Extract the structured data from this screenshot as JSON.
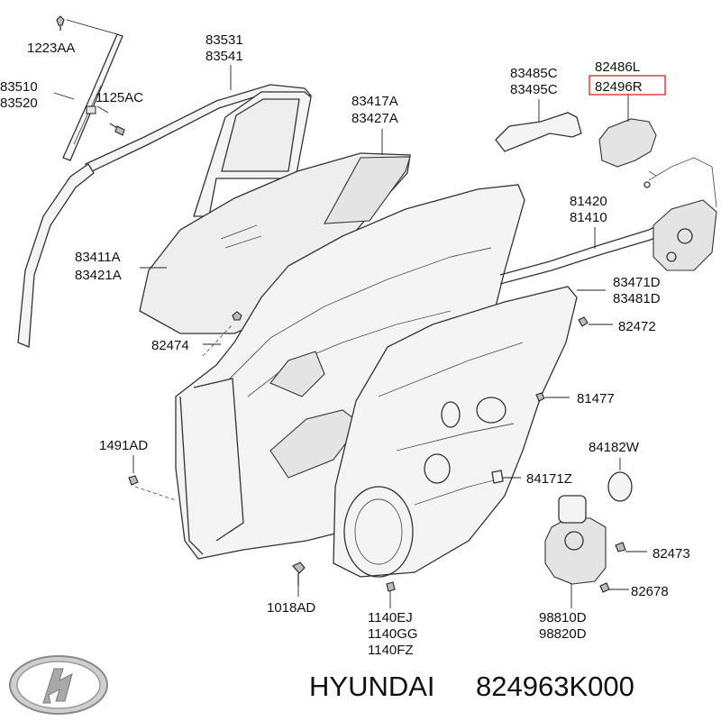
{
  "labels": {
    "l1223AA": "1223AA",
    "l83510": "83510",
    "l83520": "83520",
    "l1125AC": "1125AC",
    "l83531": "83531",
    "l83541": "83541",
    "l83485C": "83485C",
    "l83495C": "83495C",
    "l82486L": "82486L",
    "l82496R": "82496R",
    "l83417A": "83417A",
    "l83427A": "83427A",
    "l81420": "81420",
    "l81410": "81410",
    "l83411A": "83411A",
    "l83421A": "83421A",
    "l83471D": "83471D",
    "l83481D": "83481D",
    "l82472": "82472",
    "l82474": "82474",
    "l81477": "81477",
    "l1491AD": "1491AD",
    "l84182W": "84182W",
    "l84171Z": "84171Z",
    "l82473": "82473",
    "l82678": "82678",
    "l1018AD": "1018AD",
    "l1140EJ": "1140EJ",
    "l1140GG": "1140GG",
    "l1140FZ": "1140FZ",
    "l98810D": "98810D",
    "l98820D": "98820D"
  },
  "highlight_color": "#e0403a",
  "footer": {
    "brand": "HYUNDAI",
    "part_number": "824963K000"
  },
  "logo": "hyundai-logo"
}
